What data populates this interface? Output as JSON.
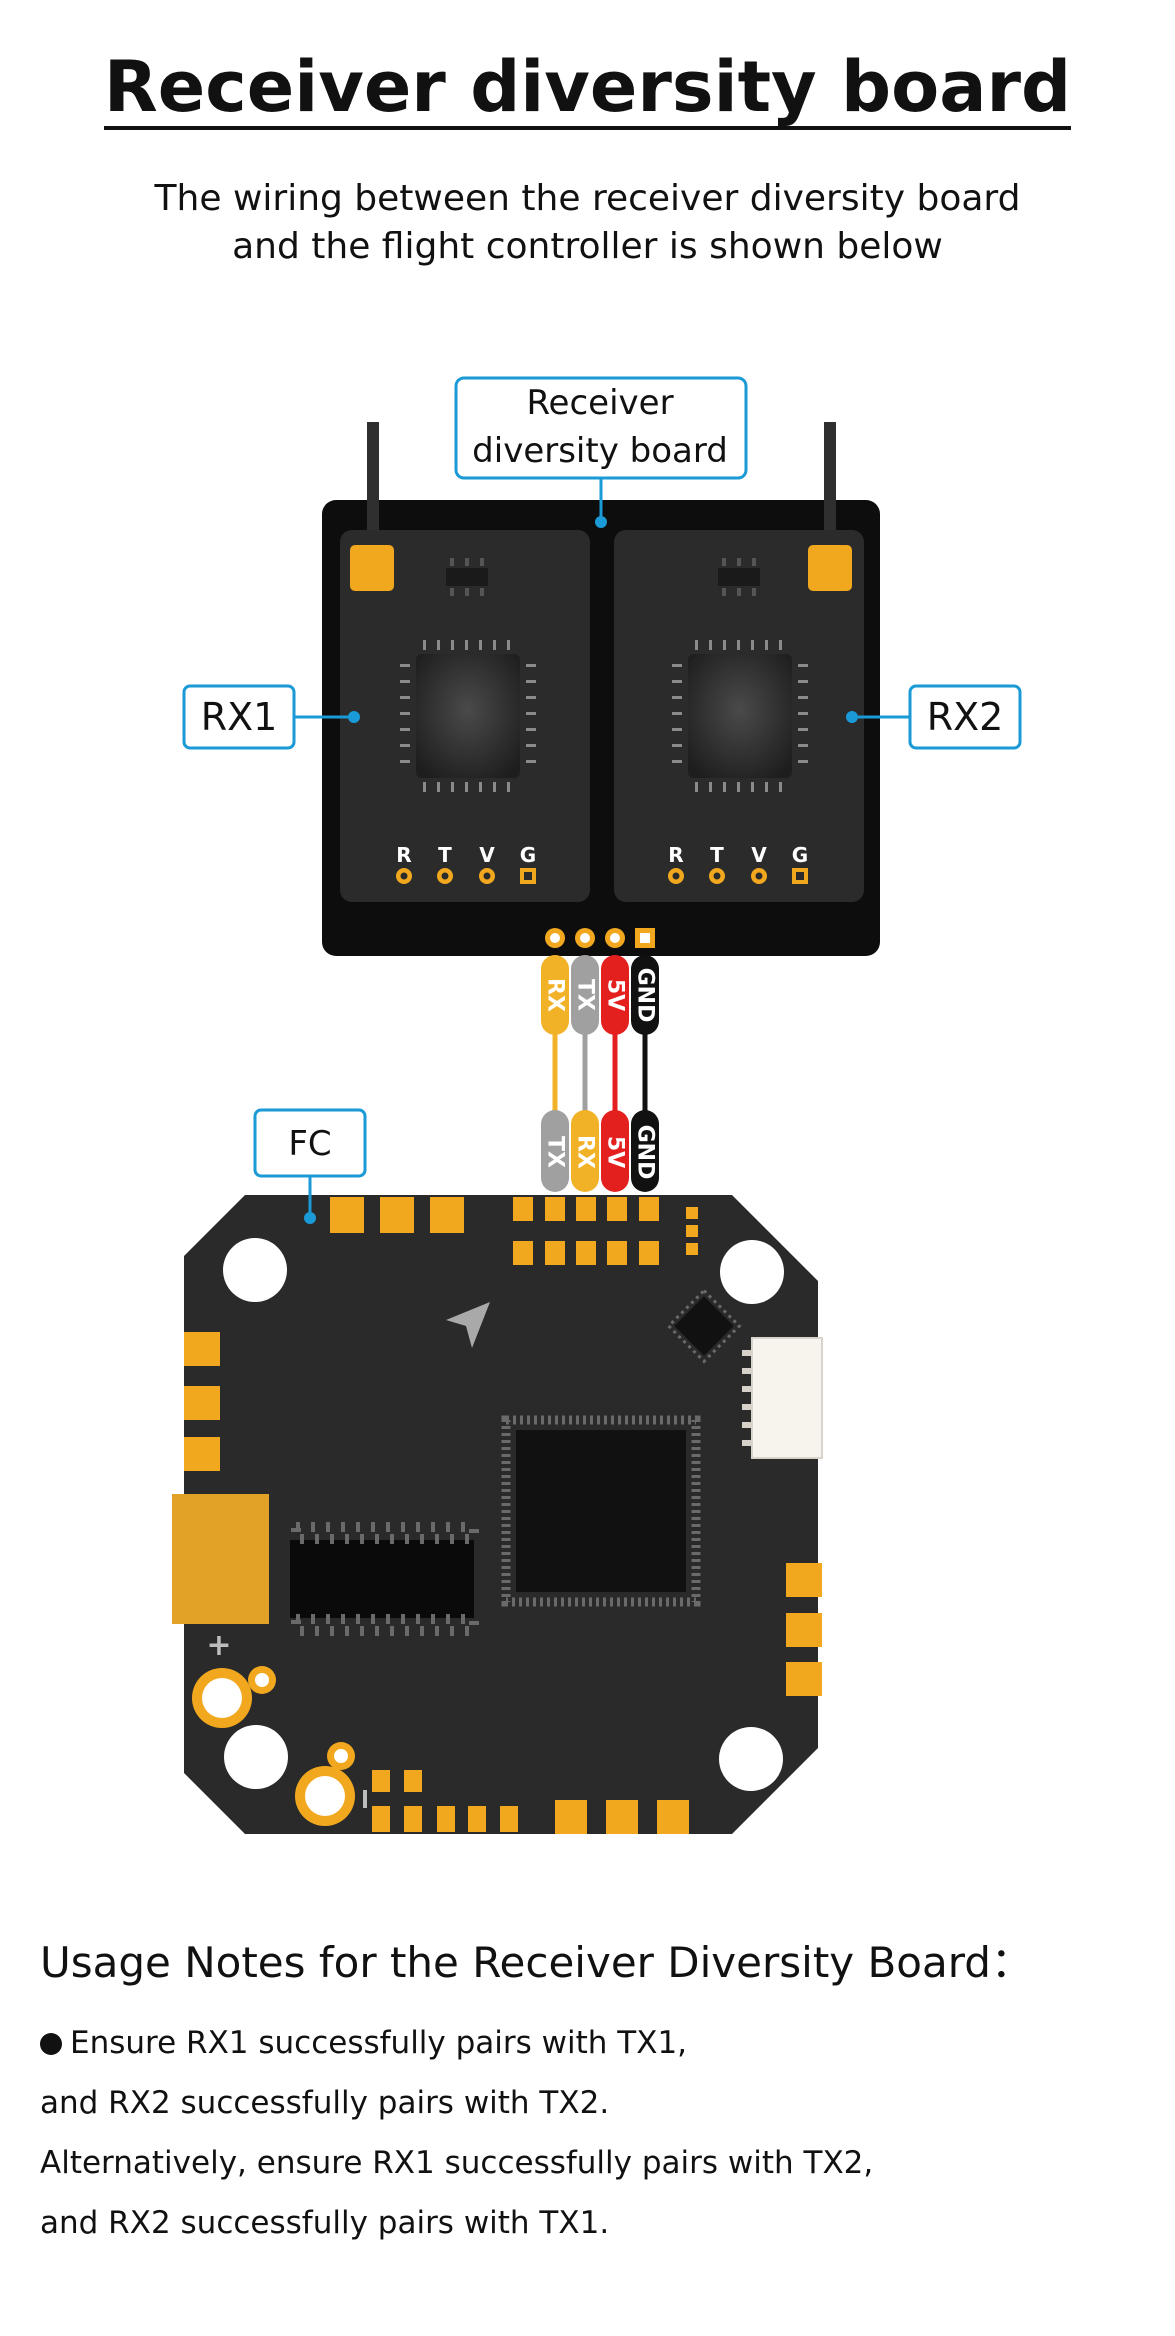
{
  "header": {
    "title": "Receiver diversity board",
    "subtitle_line1": "The wiring between the receiver diversity board",
    "subtitle_line2": "and the flight controller is shown below"
  },
  "diagram": {
    "callout_board_line1": "Receiver",
    "callout_board_line2": "diversity board",
    "callout_rx1": "RX1",
    "callout_rx2": "RX2",
    "callout_fc": "FC",
    "pad_labels": [
      "R",
      "T",
      "V",
      "G"
    ],
    "receiver_wires": [
      "RX",
      "TX",
      "5V",
      "GND"
    ],
    "fc_wires": [
      "TX",
      "RX",
      "5V",
      "GND"
    ],
    "fc_plus_mark": "+",
    "colors": {
      "accent_blue": "#1a9ad6",
      "board_black": "#0d0d0d",
      "module_dark": "#2b2b2b",
      "pcb_dark": "#2a2a2a",
      "pad_orange": "#f2a81e",
      "wire_yellow": "#f2b227",
      "wire_gray": "#9e9e9e",
      "wire_red": "#e4201f",
      "wire_black": "#111111"
    }
  },
  "notes": {
    "heading": "Usage Notes for the Receiver Diversity Board：",
    "line1": "Ensure RX1 successfully pairs with TX1,",
    "line2": "and RX2 successfully pairs with TX2.",
    "line3": "Alternatively, ensure RX1 successfully pairs with TX2,",
    "line4": "and RX2 successfully pairs with TX1."
  }
}
